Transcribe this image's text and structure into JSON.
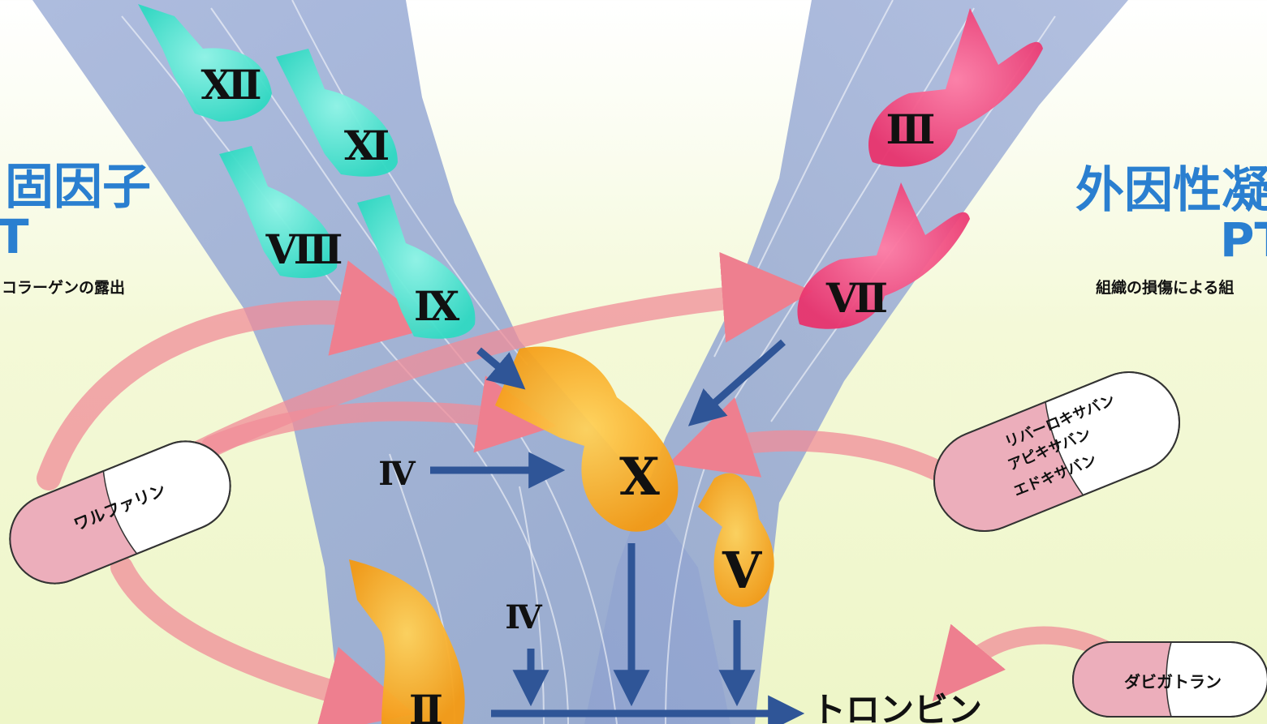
{
  "intrinsic": {
    "title": "固因子",
    "test": "T",
    "trigger": "コラーゲンの露出"
  },
  "extrinsic": {
    "title": "外因性凝",
    "test": "PT",
    "trigger": "組織の損傷による組"
  },
  "factors": {
    "xii": "Ⅻ",
    "xi": "Ⅺ",
    "viii": "Ⅷ",
    "ix": "Ⅸ",
    "iii": "Ⅲ",
    "vii": "Ⅶ",
    "iv_upper": "Ⅳ",
    "iv_lower": "Ⅳ",
    "x": "X",
    "v": "V",
    "ii": "Ⅱ"
  },
  "product": "トロンビン",
  "drugs": {
    "warfarin": "ワルファリン",
    "xa_line1": "リバーロキサバン",
    "xa_line2": "アピキサバン",
    "xa_line3": "エドキサバン",
    "dabigatran": "ダビガトラン"
  },
  "colors": {
    "heading": "#2a7fd0",
    "cascade_arrow": "#2f5597",
    "intrinsic_fish": "#3fe0c8",
    "extrinsic_fish": "#f0407a",
    "common_fish": "#f7a21b",
    "capsule_pink": "#ecaebb",
    "inhibition_arrow": "#f08c98"
  }
}
